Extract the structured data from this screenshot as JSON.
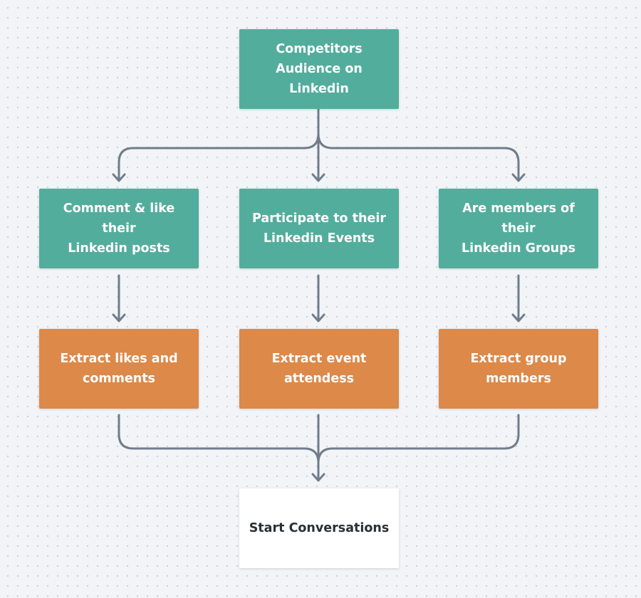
{
  "diagram": {
    "colors": {
      "source": "#52ad9c",
      "extract": "#dc8949",
      "final": "#ffffff",
      "connector": "#717d8c",
      "canvas": "#f2f4f7"
    },
    "root": {
      "label": "Competitors\nAudience on Linkedin"
    },
    "audiences": [
      {
        "label": "Comment & like their\nLinkedin posts"
      },
      {
        "label": "Participate to their\nLinkedin Events"
      },
      {
        "label": "Are members of their\nLinkedin Groups"
      }
    ],
    "extractions": [
      {
        "label": "Extract likes and\ncomments"
      },
      {
        "label": "Extract event\nattendess"
      },
      {
        "label": "Extract group\nmembers"
      }
    ],
    "final": {
      "label": "Start Conversations"
    }
  }
}
